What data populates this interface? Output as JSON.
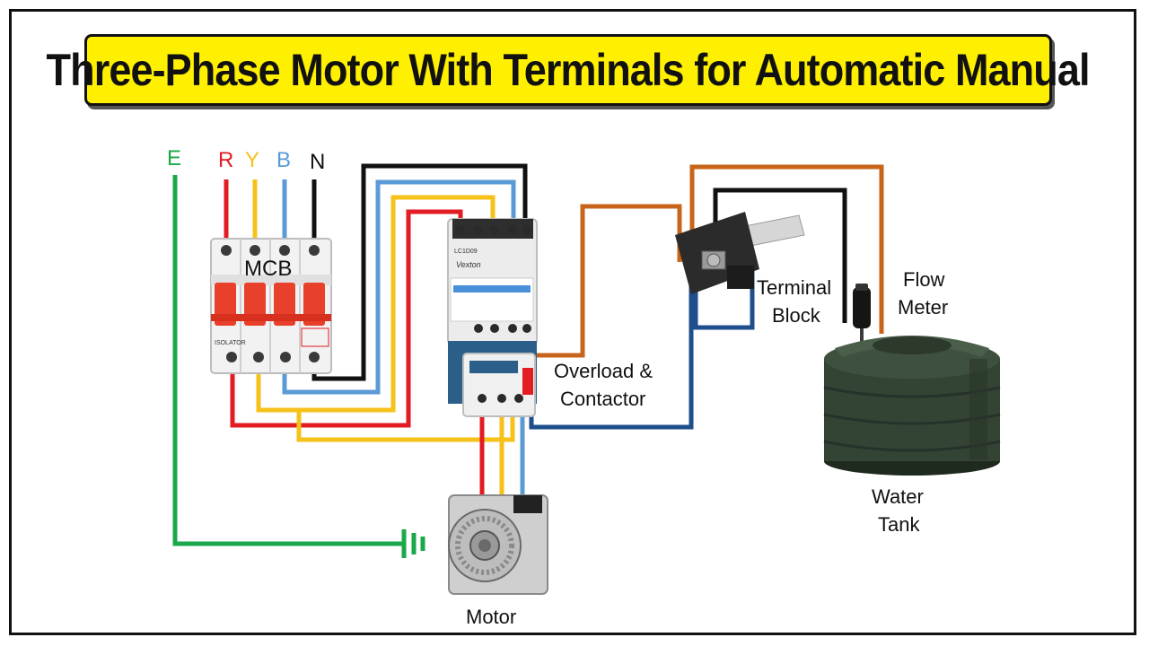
{
  "title": "Three-Phase Motor With Terminals for Automatic Manual",
  "phases": {
    "e": "E",
    "r": "R",
    "y": "Y",
    "b": "B",
    "n": "N"
  },
  "labels": {
    "mcb": "MCB",
    "terminal_line1": "Terminal",
    "terminal_line2": "Block",
    "flow_line1": "Flow",
    "flow_line2": "Meter",
    "overload_line1": "Overload &",
    "overload_line2": "Contactor",
    "tank_line1": "Water",
    "tank_line2": "Tank",
    "motor": "Motor"
  },
  "device_text": {
    "contactor_model": "LC1D09",
    "contactor_brand": "Vexton",
    "isolator": "ISOLATOR"
  },
  "colors": {
    "earth": "#1aa84a",
    "red": "#e31b23",
    "yellow": "#f6c21a",
    "blue": "#5b9bd5",
    "neutral": "#111111",
    "orange": "#c8651b",
    "navy": "#1f4e8c",
    "title_bg": "#ffef00"
  }
}
